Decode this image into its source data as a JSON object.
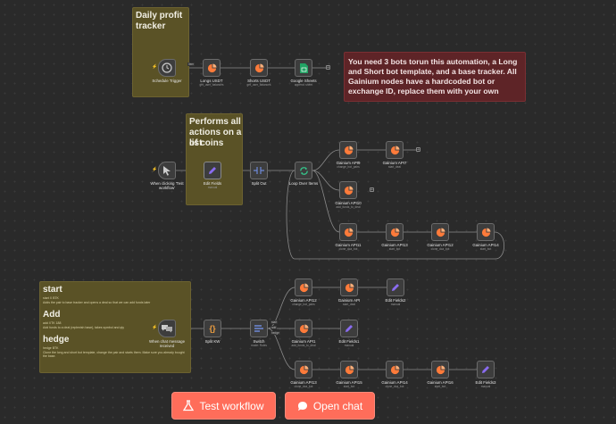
{
  "sticky_notes": {
    "daily": {
      "title_line1": "Daily profit",
      "title_line2": "tracker"
    },
    "warning": {
      "text": "You need 3 bots torun this automation, a Long and Short bot template, and a base tracker. All Gainium nodes have a hardcoded bot or exchange ID, replace them with your own"
    },
    "performs": {
      "line1": "Performs all",
      "line2": "actions on a list",
      "line3": "of coins"
    },
    "commands": {
      "start_title": "start",
      "start_cmd": "start X BTK",
      "start_desc": "Adds the pair to base tracker and opens a deal so that we can add funds later",
      "add_title": "Add",
      "add_cmd": "add XTK 188",
      "add_desc": "Add funds to a deal (replenish base), takes symbol and qty",
      "hedge_title": "hedge",
      "hedge_cmd": "hedge BTK",
      "hedge_desc": "Clone the long and short bot template, change the pair and starts them. Make sure you already bought the base."
    }
  },
  "nodes": {
    "schedule_trigger": {
      "label": "Schedule Trigger"
    },
    "longs_usdt": {
      "label": "Longs USDT",
      "sub": "get_user_balances"
    },
    "shorts_usdt": {
      "label": "Shorts USDT",
      "sub": "get_user_balances"
    },
    "google_sheets": {
      "label": "Google Sheets",
      "sub": "append: sheet"
    },
    "connector_label": "Item",
    "manual_trigger": {
      "label1": "When clicking 'Test",
      "label2": "workflow'"
    },
    "edit_fields": {
      "label": "Edit Fields",
      "sub": "manual"
    },
    "split_out": {
      "label": "Split Out"
    },
    "loop_over_items": {
      "label": "Loop Over Items"
    },
    "gainium_api9": {
      "label": "Gainium API9",
      "sub": "change_bot_pairs"
    },
    "gainium_api7": {
      "label": "Gainium API7",
      "sub": "start_deal"
    },
    "gainium_api10": {
      "label": "Gainium API10",
      "sub": "add_funds_to_deal"
    },
    "gainium_api11": {
      "label": "Gainium API11",
      "sub": "clone_dca_bot"
    },
    "gainium_api13": {
      "label": "Gainium API13",
      "sub": "start_bot"
    },
    "gainium_api12": {
      "label": "Gainium API12",
      "sub": "clone_dca_bot"
    },
    "gainium_api14": {
      "label": "Gainium API14",
      "sub": "start_bot"
    },
    "chat_trigger": {
      "label1": "When chat message",
      "label2": "received"
    },
    "split_kw": {
      "label": "Split KW"
    },
    "switch": {
      "label": "Switch",
      "sub": "mode: Rules"
    },
    "switch_out1": "start",
    "switch_out2": "add",
    "switch_out3": "hedge",
    "r1_api12": {
      "label": "Gainium API12",
      "sub": "change_bot_pairs"
    },
    "r1_api": {
      "label": "Gainium API",
      "sub": "start_deal"
    },
    "r1_edit": {
      "label": "Edit Fields2",
      "sub": "manual"
    },
    "r2_api1": {
      "label": "Gainium API1",
      "sub": "add_funds_to_deal"
    },
    "r2_edit": {
      "label": "Edit Fields1",
      "sub": "manual"
    },
    "r3_api13": {
      "label": "Gainium API13",
      "sub": "clone_dca_bot"
    },
    "r3_api15": {
      "label": "Gainium API15",
      "sub": "start_bot"
    },
    "r3_api14": {
      "label": "Gainium API14",
      "sub": "clone_dca_bot"
    },
    "r3_api16": {
      "label": "Gainium API16",
      "sub": "start_bot"
    },
    "r3_edit": {
      "label": "Edit Fields3",
      "sub": "manual"
    }
  },
  "buttons": {
    "test_workflow": "Test workflow",
    "open_chat": "Open chat"
  },
  "colors": {
    "accent": "#ff6d5a",
    "gainium": "#ff7b3a",
    "sheets": "#21a464",
    "loop": "#35c48a",
    "edit": "#8a6cf0"
  }
}
